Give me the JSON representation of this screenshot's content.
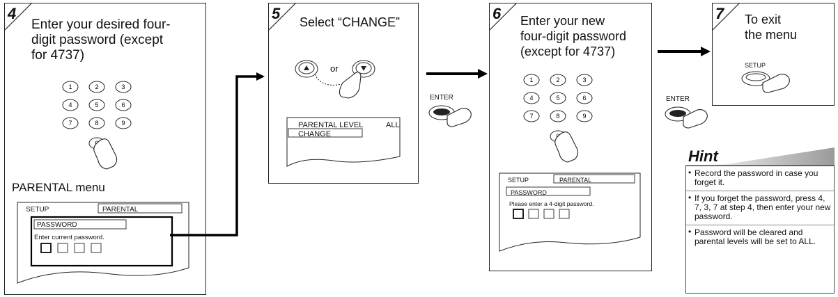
{
  "steps": [
    {
      "number": "4",
      "text": "Enter your desired four-\ndigit password (except\nfor 4737)"
    },
    {
      "number": "5",
      "text": "Select “CHANGE”"
    },
    {
      "number": "6",
      "text": "Enter your new\nfour-digit password\n(except for 4737)"
    },
    {
      "number": "7",
      "text": "To exit\nthe menu"
    }
  ],
  "keypad": {
    "rows": [
      [
        "1",
        "2",
        "3"
      ],
      [
        "4",
        "5",
        "6"
      ],
      [
        "7",
        "8",
        "9"
      ],
      [
        "0"
      ]
    ]
  },
  "step4": {
    "menu_heading": "PARENTAL menu",
    "screen": {
      "setup": "SETUP",
      "tab": "PARENTAL",
      "field": "PASSWORD",
      "prompt": "Enter current password."
    }
  },
  "step5": {
    "or_text": "or",
    "screen": {
      "row1_label": "PARENTAL LEVEL",
      "row1_value": "ALL",
      "row2_label": "CHANGE"
    }
  },
  "step6": {
    "screen": {
      "setup": "SETUP",
      "tab": "PARENTAL",
      "field": "PASSWORD",
      "prompt": "Please enter a 4-digit password."
    }
  },
  "step7": {
    "button_label": "SETUP"
  },
  "enter_label": "ENTER",
  "hint": {
    "title": "Hint",
    "items": [
      "Record the password in case you forget it.",
      "If you forget the password, press 4, 7, 3, 7 at step 4, then enter your new password.",
      "Password will be cleared and parental levels will be set to ALL."
    ]
  }
}
